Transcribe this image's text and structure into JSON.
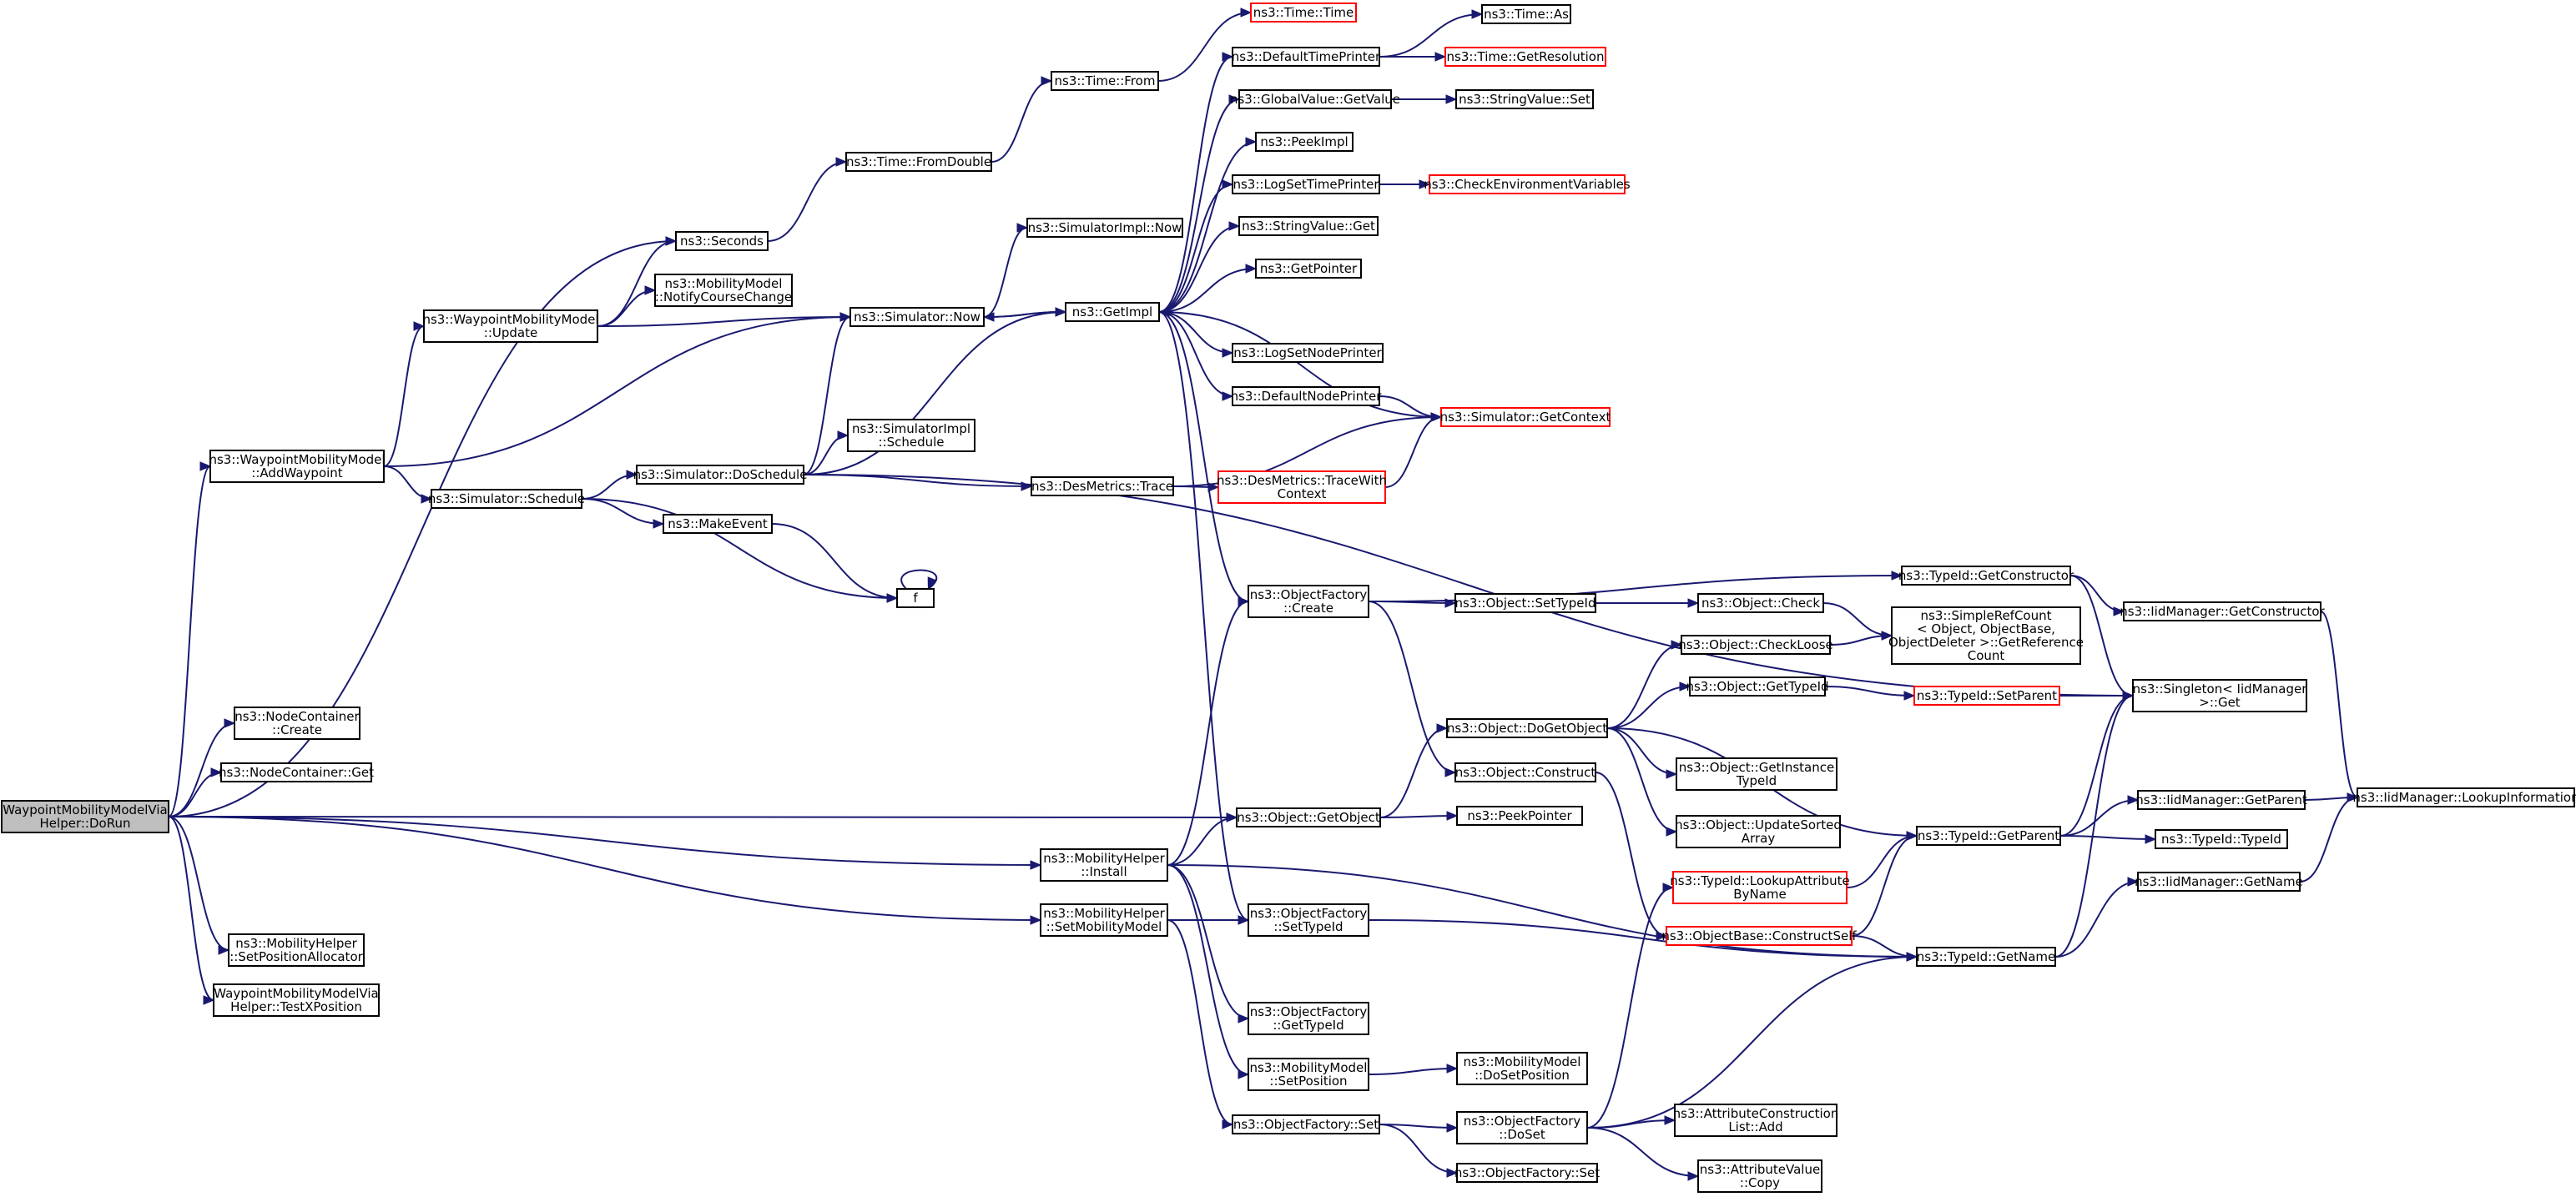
{
  "colors": {
    "edge": "#191970",
    "normal_border": "#000000",
    "truncated_border": "#ff0000",
    "root_fill": "#bfbfbf"
  },
  "nodes": [
    {
      "id": "root",
      "lines": [
        "WaypointMobilityModelVia",
        "Helper::DoRun"
      ],
      "style": "root"
    },
    {
      "id": "seconds",
      "lines": [
        "ns3::Seconds"
      ],
      "style": "normal"
    },
    {
      "id": "wp_update",
      "lines": [
        "ns3::WaypointMobilityModel",
        "::Update"
      ],
      "style": "normal"
    },
    {
      "id": "wp_addwaypoint",
      "lines": [
        "ns3::WaypointMobilityModel",
        "::AddWaypoint"
      ],
      "style": "normal"
    },
    {
      "id": "nc_create",
      "lines": [
        "ns3::NodeContainer",
        "::Create"
      ],
      "style": "normal"
    },
    {
      "id": "nc_get",
      "lines": [
        "ns3::NodeContainer::Get"
      ],
      "style": "normal"
    },
    {
      "id": "mh_setposalloc",
      "lines": [
        "ns3::MobilityHelper",
        "::SetPositionAllocator"
      ],
      "style": "normal"
    },
    {
      "id": "wp_testx",
      "lines": [
        "WaypointMobilityModelVia",
        "Helper::TestXPosition"
      ],
      "style": "normal"
    },
    {
      "id": "time_fromdouble",
      "lines": [
        "ns3::Time::FromDouble"
      ],
      "style": "normal"
    },
    {
      "id": "time_from",
      "lines": [
        "ns3::Time::From"
      ],
      "style": "normal"
    },
    {
      "id": "time_time",
      "lines": [
        "ns3::Time::Time"
      ],
      "style": "red"
    },
    {
      "id": "simimpl_now",
      "lines": [
        "ns3::SimulatorImpl::Now"
      ],
      "style": "normal"
    },
    {
      "id": "mm_notify",
      "lines": [
        "ns3::MobilityModel",
        "::NotifyCourseChange"
      ],
      "style": "normal"
    },
    {
      "id": "sim_now",
      "lines": [
        "ns3::Simulator::Now"
      ],
      "style": "normal"
    },
    {
      "id": "sim_schedule",
      "lines": [
        "ns3::Simulator::Schedule"
      ],
      "style": "normal"
    },
    {
      "id": "sim_doschedule",
      "lines": [
        "ns3::Simulator::DoSchedule"
      ],
      "style": "normal"
    },
    {
      "id": "simimpl_schedule",
      "lines": [
        "ns3::SimulatorImpl",
        "::Schedule"
      ],
      "style": "normal"
    },
    {
      "id": "makeevent",
      "lines": [
        "ns3::MakeEvent"
      ],
      "style": "normal"
    },
    {
      "id": "f",
      "lines": [
        "f"
      ],
      "style": "normal"
    },
    {
      "id": "getimpl",
      "lines": [
        "ns3::GetImpl"
      ],
      "style": "normal"
    },
    {
      "id": "defaulttimeprinter",
      "lines": [
        "ns3::DefaultTimePrinter"
      ],
      "style": "normal"
    },
    {
      "id": "time_as",
      "lines": [
        "ns3::Time::As"
      ],
      "style": "normal"
    },
    {
      "id": "time_getres",
      "lines": [
        "ns3::Time::GetResolution"
      ],
      "style": "red"
    },
    {
      "id": "gv_getvalue",
      "lines": [
        "ns3::GlobalValue::GetValue"
      ],
      "style": "normal"
    },
    {
      "id": "sv_set",
      "lines": [
        "ns3::StringValue::Set"
      ],
      "style": "normal"
    },
    {
      "id": "peekimpl",
      "lines": [
        "ns3::PeekImpl"
      ],
      "style": "normal"
    },
    {
      "id": "logsettimeprinter",
      "lines": [
        "ns3::LogSetTimePrinter"
      ],
      "style": "normal"
    },
    {
      "id": "checkenv",
      "lines": [
        "ns3::CheckEnvironmentVariables"
      ],
      "style": "red"
    },
    {
      "id": "sv_get",
      "lines": [
        "ns3::StringValue::Get"
      ],
      "style": "normal"
    },
    {
      "id": "getpointer",
      "lines": [
        "ns3::GetPointer"
      ],
      "style": "normal"
    },
    {
      "id": "logsetnodeprinter",
      "lines": [
        "ns3::LogSetNodePrinter"
      ],
      "style": "normal"
    },
    {
      "id": "defaultnodeprinter",
      "lines": [
        "ns3::DefaultNodePrinter"
      ],
      "style": "normal"
    },
    {
      "id": "sim_getcontext",
      "lines": [
        "ns3::Simulator::GetContext"
      ],
      "style": "red"
    },
    {
      "id": "desmetrics_trace",
      "lines": [
        "ns3::DesMetrics::Trace"
      ],
      "style": "normal"
    },
    {
      "id": "desmetrics_tracewith",
      "lines": [
        "ns3::DesMetrics::TraceWith",
        "Context"
      ],
      "style": "red"
    },
    {
      "id": "of_create",
      "lines": [
        "ns3::ObjectFactory",
        "::Create"
      ],
      "style": "normal"
    },
    {
      "id": "tid_getconstructor",
      "lines": [
        "ns3::TypeId::GetConstructor"
      ],
      "style": "normal"
    },
    {
      "id": "obj_settypeid",
      "lines": [
        "ns3::Object::SetTypeId"
      ],
      "style": "normal"
    },
    {
      "id": "obj_check",
      "lines": [
        "ns3::Object::Check"
      ],
      "style": "normal"
    },
    {
      "id": "iid_getconstructor",
      "lines": [
        "ns3::IidManager::GetConstructor"
      ],
      "style": "normal"
    },
    {
      "id": "refcount",
      "lines": [
        "ns3::SimpleRefCount",
        "< Object, ObjectBase,",
        "ObjectDeleter >::GetReference",
        "Count"
      ],
      "style": "normal"
    },
    {
      "id": "obj_checkloose",
      "lines": [
        "ns3::Object::CheckLoose"
      ],
      "style": "normal"
    },
    {
      "id": "obj_gettypeid",
      "lines": [
        "ns3::Object::GetTypeId"
      ],
      "style": "normal"
    },
    {
      "id": "tid_setparent",
      "lines": [
        "ns3::TypeId::SetParent"
      ],
      "style": "red"
    },
    {
      "id": "singleton_get",
      "lines": [
        "ns3::Singleton< IidManager",
        ">::Get"
      ],
      "style": "normal"
    },
    {
      "id": "obj_dogetobject",
      "lines": [
        "ns3::Object::DoGetObject"
      ],
      "style": "normal"
    },
    {
      "id": "obj_construct",
      "lines": [
        "ns3::Object::Construct"
      ],
      "style": "normal"
    },
    {
      "id": "obj_getinstance",
      "lines": [
        "ns3::Object::GetInstance",
        "TypeId"
      ],
      "style": "normal"
    },
    {
      "id": "obj_updatesorted",
      "lines": [
        "ns3::Object::UpdateSorted",
        "Array"
      ],
      "style": "normal"
    },
    {
      "id": "obj_getobject",
      "lines": [
        "ns3::Object::GetObject"
      ],
      "style": "normal"
    },
    {
      "id": "peekpointer",
      "lines": [
        "ns3::PeekPointer"
      ],
      "style": "normal"
    },
    {
      "id": "tid_getparent",
      "lines": [
        "ns3::TypeId::GetParent"
      ],
      "style": "normal"
    },
    {
      "id": "iid_getparent",
      "lines": [
        "ns3::IidManager::GetParent"
      ],
      "style": "normal"
    },
    {
      "id": "iid_lookupinfo",
      "lines": [
        "ns3::IidManager::LookupInformation"
      ],
      "style": "normal"
    },
    {
      "id": "tid_typeid",
      "lines": [
        "ns3::TypeId::TypeId"
      ],
      "style": "normal"
    },
    {
      "id": "mh_install",
      "lines": [
        "ns3::MobilityHelper",
        "::Install"
      ],
      "style": "normal"
    },
    {
      "id": "tid_lookupattr",
      "lines": [
        "ns3::TypeId::LookupAttribute",
        "ByName"
      ],
      "style": "red"
    },
    {
      "id": "iid_getname",
      "lines": [
        "ns3::IidManager::GetName"
      ],
      "style": "normal"
    },
    {
      "id": "mh_setmobility",
      "lines": [
        "ns3::MobilityHelper",
        "::SetMobilityModel"
      ],
      "style": "normal"
    },
    {
      "id": "of_settypeid",
      "lines": [
        "ns3::ObjectFactory",
        "::SetTypeId"
      ],
      "style": "normal"
    },
    {
      "id": "objbase_constructself",
      "lines": [
        "ns3::ObjectBase::ConstructSelf"
      ],
      "style": "red"
    },
    {
      "id": "tid_getname",
      "lines": [
        "ns3::TypeId::GetName"
      ],
      "style": "normal"
    },
    {
      "id": "of_gettypeid",
      "lines": [
        "ns3::ObjectFactory",
        "::GetTypeId"
      ],
      "style": "normal"
    },
    {
      "id": "mm_setposition",
      "lines": [
        "ns3::MobilityModel",
        "::SetPosition"
      ],
      "style": "normal"
    },
    {
      "id": "mm_dosetposition",
      "lines": [
        "ns3::MobilityModel",
        "::DoSetPosition"
      ],
      "style": "normal"
    },
    {
      "id": "of_set",
      "lines": [
        "ns3::ObjectFactory::Set"
      ],
      "style": "normal"
    },
    {
      "id": "of_doset",
      "lines": [
        "ns3::ObjectFactory",
        "::DoSet"
      ],
      "style": "normal"
    },
    {
      "id": "attrlist_add",
      "lines": [
        "ns3::AttributeConstruction",
        "List::Add"
      ],
      "style": "normal"
    },
    {
      "id": "of_set2",
      "lines": [
        "ns3::ObjectFactory::Set"
      ],
      "style": "normal"
    },
    {
      "id": "attrvalue_copy",
      "lines": [
        "ns3::AttributeValue",
        "::Copy"
      ],
      "style": "normal"
    }
  ],
  "edges": [
    [
      "root",
      "seconds"
    ],
    [
      "root",
      "wp_addwaypoint"
    ],
    [
      "root",
      "nc_create"
    ],
    [
      "root",
      "nc_get"
    ],
    [
      "root",
      "obj_getobject"
    ],
    [
      "root",
      "mh_install"
    ],
    [
      "root",
      "mh_setmobility"
    ],
    [
      "root",
      "mh_setposalloc"
    ],
    [
      "root",
      "wp_testx"
    ],
    [
      "wp_addwaypoint",
      "wp_update"
    ],
    [
      "wp_addwaypoint",
      "sim_now"
    ],
    [
      "wp_addwaypoint",
      "sim_schedule"
    ],
    [
      "wp_update",
      "seconds"
    ],
    [
      "wp_update",
      "mm_notify"
    ],
    [
      "wp_update",
      "sim_now"
    ],
    [
      "seconds",
      "time_fromdouble"
    ],
    [
      "time_fromdouble",
      "time_from"
    ],
    [
      "time_from",
      "time_time"
    ],
    [
      "sim_now",
      "simimpl_now"
    ],
    [
      "sim_now",
      "getimpl"
    ],
    [
      "sim_schedule",
      "sim_doschedule"
    ],
    [
      "sim_schedule",
      "makeevent"
    ],
    [
      "sim_schedule",
      "f"
    ],
    [
      "sim_doschedule",
      "sim_now"
    ],
    [
      "sim_doschedule",
      "getimpl"
    ],
    [
      "sim_doschedule",
      "simimpl_schedule"
    ],
    [
      "sim_doschedule",
      "desmetrics_trace"
    ],
    [
      "sim_doschedule",
      "singleton_get"
    ],
    [
      "makeevent",
      "f"
    ],
    [
      "f",
      "f"
    ],
    [
      "getimpl",
      "defaulttimeprinter"
    ],
    [
      "getimpl",
      "gv_getvalue"
    ],
    [
      "getimpl",
      "peekimpl"
    ],
    [
      "getimpl",
      "logsettimeprinter"
    ],
    [
      "getimpl",
      "sv_get"
    ],
    [
      "getimpl",
      "getpointer"
    ],
    [
      "getimpl",
      "logsetnodeprinter"
    ],
    [
      "getimpl",
      "defaultnodeprinter"
    ],
    [
      "getimpl",
      "sim_now"
    ],
    [
      "getimpl",
      "of_create"
    ],
    [
      "getimpl",
      "of_settypeid"
    ],
    [
      "defaulttimeprinter",
      "time_as"
    ],
    [
      "defaulttimeprinter",
      "time_getres"
    ],
    [
      "gv_getvalue",
      "sv_set"
    ],
    [
      "logsettimeprinter",
      "checkenv"
    ],
    [
      "defaultnodeprinter",
      "sim_getcontext"
    ],
    [
      "sim_getcontext",
      "getimpl"
    ],
    [
      "desmetrics_trace",
      "sim_getcontext"
    ],
    [
      "desmetrics_trace",
      "desmetrics_tracewith"
    ],
    [
      "desmetrics_tracewith",
      "sim_getcontext"
    ],
    [
      "of_create",
      "tid_getconstructor"
    ],
    [
      "of_create",
      "obj_settypeid"
    ],
    [
      "of_create",
      "obj_construct"
    ],
    [
      "tid_getconstructor",
      "iid_getconstructor"
    ],
    [
      "tid_getconstructor",
      "singleton_get"
    ],
    [
      "iid_getconstructor",
      "iid_lookupinfo"
    ],
    [
      "obj_settypeid",
      "obj_check"
    ],
    [
      "obj_check",
      "refcount"
    ],
    [
      "obj_checkloose",
      "refcount"
    ],
    [
      "obj_dogetobject",
      "obj_checkloose"
    ],
    [
      "obj_dogetobject",
      "obj_gettypeid"
    ],
    [
      "obj_dogetobject",
      "obj_getinstance"
    ],
    [
      "obj_dogetobject",
      "obj_updatesorted"
    ],
    [
      "obj_dogetobject",
      "tid_getparent"
    ],
    [
      "obj_gettypeid",
      "tid_setparent"
    ],
    [
      "tid_setparent",
      "singleton_get"
    ],
    [
      "obj_getobject",
      "obj_dogetobject"
    ],
    [
      "obj_getobject",
      "peekpointer"
    ],
    [
      "obj_construct",
      "objbase_constructself"
    ],
    [
      "objbase_constructself",
      "tid_getparent"
    ],
    [
      "objbase_constructself",
      "tid_getname"
    ],
    [
      "tid_lookupattr",
      "tid_getparent"
    ],
    [
      "tid_getparent",
      "singleton_get"
    ],
    [
      "tid_getparent",
      "iid_getparent"
    ],
    [
      "tid_getparent",
      "tid_typeid"
    ],
    [
      "iid_getparent",
      "iid_lookupinfo"
    ],
    [
      "tid_getname",
      "singleton_get"
    ],
    [
      "tid_getname",
      "iid_getname"
    ],
    [
      "iid_getname",
      "iid_lookupinfo"
    ],
    [
      "mh_install",
      "of_create"
    ],
    [
      "mh_install",
      "obj_getobject"
    ],
    [
      "mh_install",
      "of_gettypeid"
    ],
    [
      "mh_install",
      "mm_setposition"
    ],
    [
      "mh_install",
      "tid_getname"
    ],
    [
      "mh_setmobility",
      "of_settypeid"
    ],
    [
      "mh_setmobility",
      "of_set"
    ],
    [
      "of_settypeid",
      "tid_getname"
    ],
    [
      "mm_setposition",
      "mm_dosetposition"
    ],
    [
      "of_set",
      "of_doset"
    ],
    [
      "of_set",
      "of_set2"
    ],
    [
      "of_doset",
      "tid_lookupattr"
    ],
    [
      "of_doset",
      "tid_getname"
    ],
    [
      "of_doset",
      "attrlist_add"
    ],
    [
      "of_doset",
      "attrvalue_copy"
    ]
  ]
}
